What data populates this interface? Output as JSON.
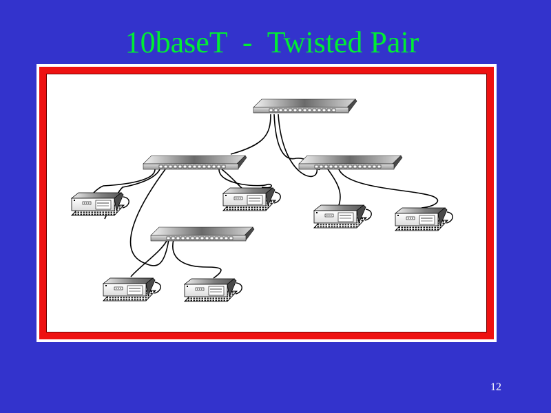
{
  "slide": {
    "title": "10baseT  -  Twisted Pair",
    "page_number": "12"
  },
  "colors": {
    "background": "#3333cc",
    "title": "#00ee33",
    "frame_border": "#ee1111",
    "cable": "#000000"
  },
  "diagram": {
    "hubs": [
      {
        "id": "hub-top",
        "icon": "network-hub-icon"
      },
      {
        "id": "hub-left",
        "icon": "network-hub-icon"
      },
      {
        "id": "hub-right",
        "icon": "network-hub-icon"
      },
      {
        "id": "hub-bottom",
        "icon": "network-hub-icon"
      }
    ],
    "computers": [
      {
        "id": "pc-1",
        "icon": "desktop-computer-icon",
        "connected_to": "hub-left"
      },
      {
        "id": "pc-2",
        "icon": "desktop-computer-icon",
        "connected_to": "hub-left"
      },
      {
        "id": "pc-3",
        "icon": "desktop-computer-icon",
        "connected_to": "hub-right"
      },
      {
        "id": "pc-4",
        "icon": "desktop-computer-icon",
        "connected_to": "hub-right"
      },
      {
        "id": "pc-5",
        "icon": "desktop-computer-icon",
        "connected_to": "hub-bottom"
      },
      {
        "id": "pc-6",
        "icon": "desktop-computer-icon",
        "connected_to": "hub-bottom"
      }
    ],
    "links": [
      [
        "hub-top",
        "hub-left"
      ],
      [
        "hub-top",
        "hub-right"
      ],
      [
        "hub-left",
        "hub-bottom"
      ]
    ]
  }
}
